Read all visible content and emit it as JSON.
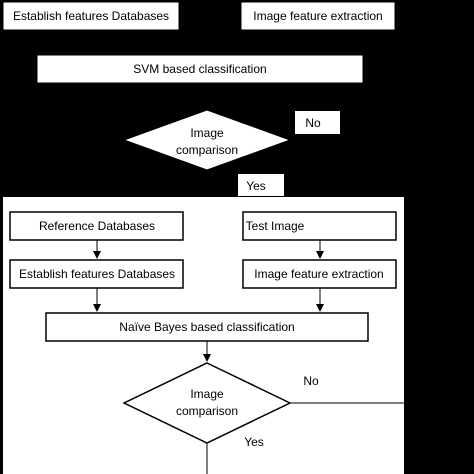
{
  "top": {
    "establish_label": "Establish features Databases",
    "extraction_label": "Image feature extraction",
    "svm_label": "SVM based classification",
    "comparison_line1": "Image",
    "comparison_line2": "comparison",
    "no_label": "No",
    "yes_label": "Yes"
  },
  "bottom": {
    "reference_label": "Reference Databases",
    "test_label": "Test Image",
    "establish_label": "Establish features Databases",
    "extraction_label": "Image feature extraction",
    "bayes_label": "Naïve Bayes based classification",
    "comparison_line1": "Image",
    "comparison_line2": "comparison",
    "no_label": "No",
    "yes_label": "Yes"
  }
}
